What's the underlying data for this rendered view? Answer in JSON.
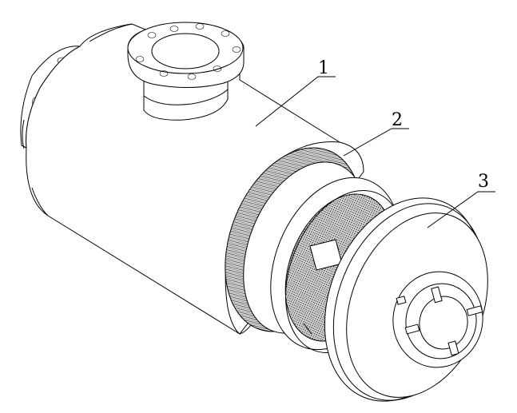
{
  "callouts": [
    {
      "id": "1",
      "label": "1"
    },
    {
      "id": "2",
      "label": "2"
    },
    {
      "id": "3",
      "label": "3"
    }
  ],
  "line_color": "#000000",
  "background": "#ffffff"
}
